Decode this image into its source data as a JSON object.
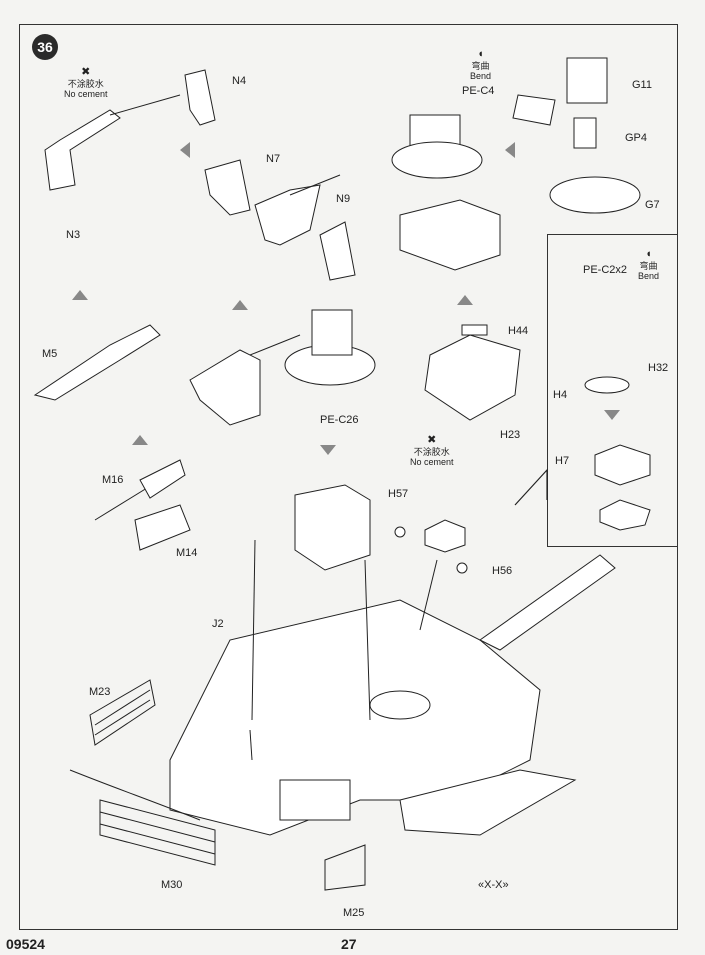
{
  "step_number": "36",
  "notes": {
    "no_cement_cn": "不涂胶水",
    "no_cement_en": "No cement",
    "bend_cn": "弯曲",
    "bend_en": "Bend"
  },
  "part_labels": {
    "N4": "N4",
    "N3": "N3",
    "N7": "N7",
    "N9": "N9",
    "M5": "M5",
    "M16": "M16",
    "M14": "M14",
    "PE_C26": "PE-C26",
    "PE_C4": "PE-C4",
    "G11": "G11",
    "GP4": "GP4",
    "G7": "G7",
    "H44": "H44",
    "H23": "H23",
    "PE_C2x2": "PE-C2x2",
    "H32": "H32",
    "H4": "H4",
    "H7": "H7",
    "H57": "H57",
    "H56": "H56",
    "J2": "J2",
    "M23": "M23",
    "M30": "M30",
    "M25": "M25",
    "X_X": "«X-X»"
  },
  "footer": {
    "kit_number": "09524",
    "page_number": "27"
  }
}
